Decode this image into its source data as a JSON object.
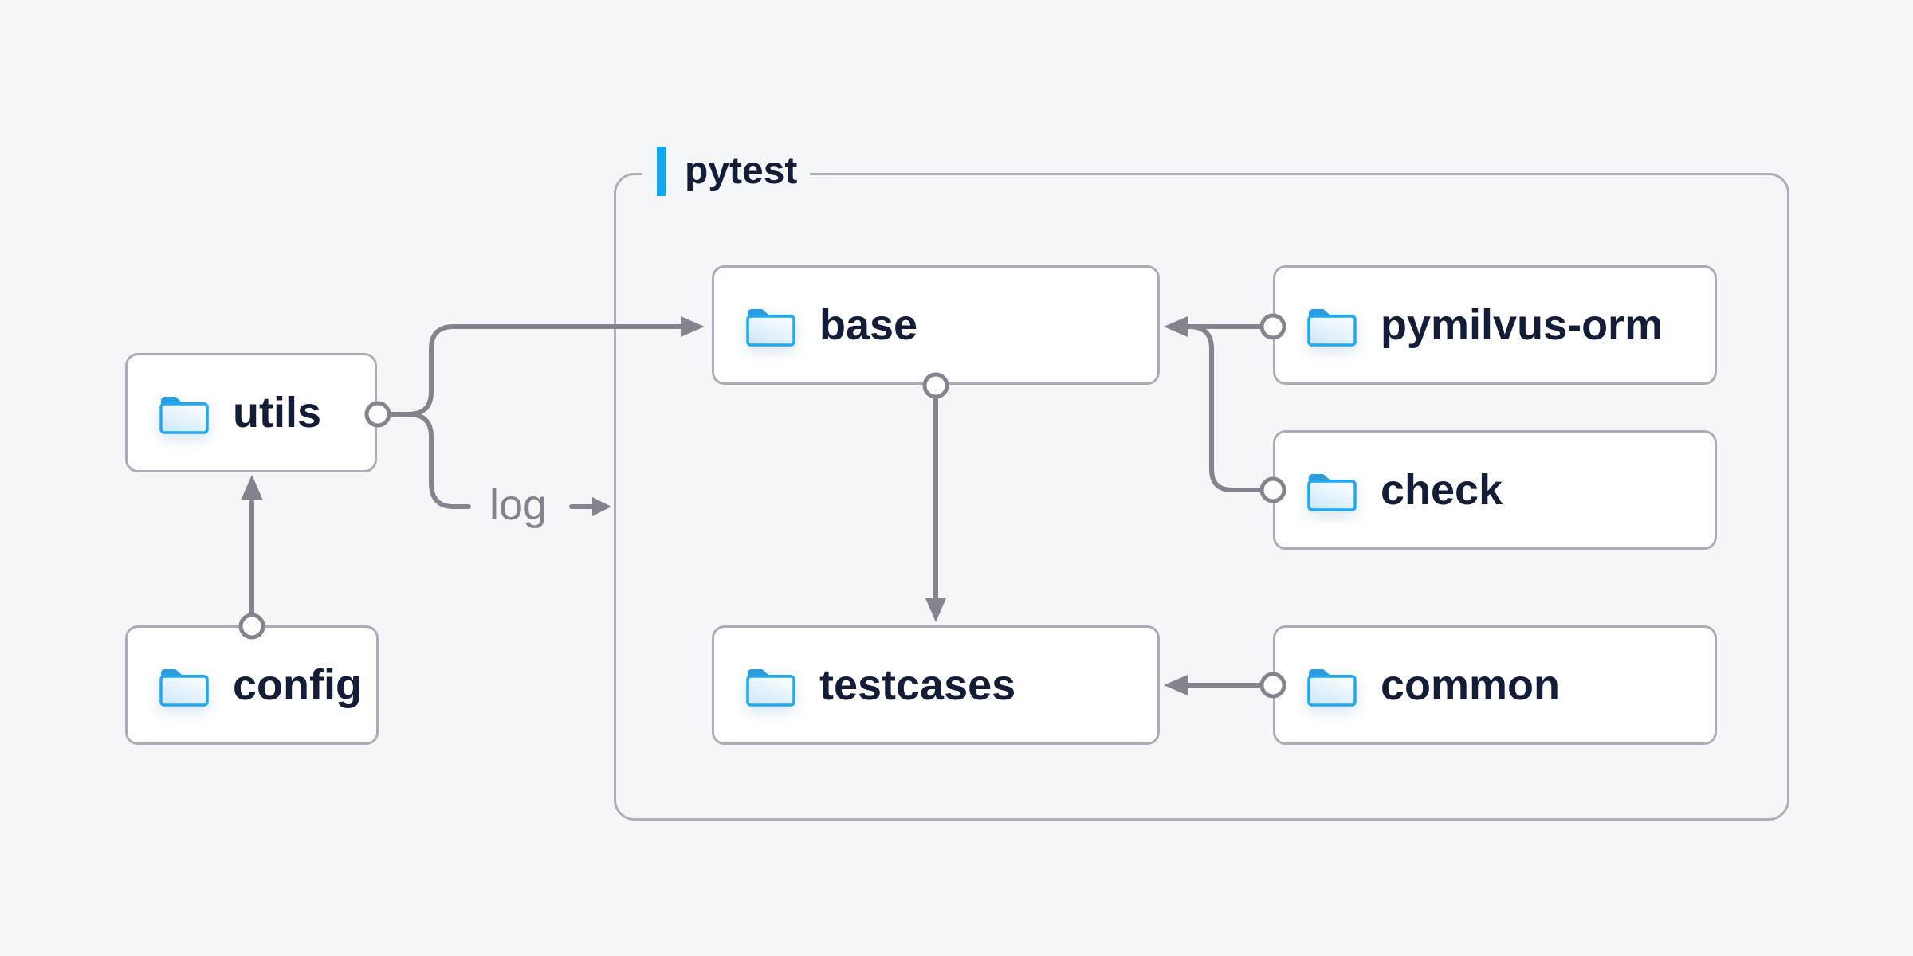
{
  "container": {
    "label": "pytest"
  },
  "nodes": {
    "utils": {
      "label": "utils"
    },
    "config": {
      "label": "config"
    },
    "base": {
      "label": "base"
    },
    "pymilvus_orm": {
      "label": "pymilvus-orm"
    },
    "check": {
      "label": "check"
    },
    "testcases": {
      "label": "testcases"
    },
    "common": {
      "label": "common"
    }
  },
  "edge_labels": {
    "log": "log"
  },
  "edges": [
    {
      "from": "config",
      "to": "utils"
    },
    {
      "from": "utils",
      "to": "base"
    },
    {
      "from": "utils",
      "to": "log"
    },
    {
      "from": "pymilvus-orm",
      "to": "base"
    },
    {
      "from": "check",
      "to": "base"
    },
    {
      "from": "base",
      "to": "testcases"
    },
    {
      "from": "common",
      "to": "testcases"
    }
  ],
  "colors": {
    "background": "#f5f6f8",
    "node_fill": "#ffffff",
    "node_border": "#abacb8",
    "container_border": "#adaeb9",
    "connector": "#84848e",
    "text": "#141d38",
    "muted_label": "#83838e",
    "accent_blue": "#12a7ef",
    "folder_stroke": "#1ea9f0",
    "folder_tab": "#2b9ce0"
  }
}
